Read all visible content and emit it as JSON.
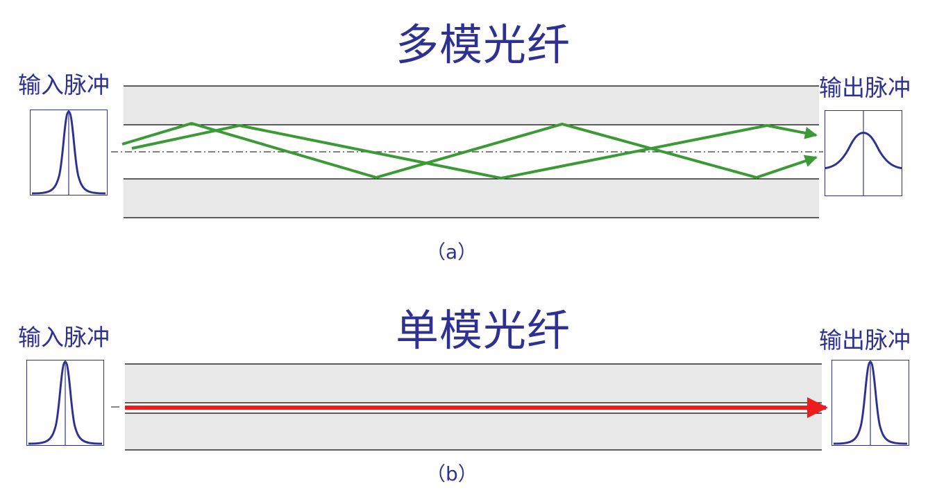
{
  "multimode": {
    "title": "多模光纤",
    "input_label": "输入脉冲",
    "output_label": "输出脉冲",
    "caption": "（a）",
    "ray_color": "#3a9a35"
  },
  "singlemode": {
    "title": "单模光纤",
    "input_label": "输入脉冲",
    "output_label": "输出脉冲",
    "caption": "（b）",
    "ray_color": "#ee1c1c"
  },
  "colors": {
    "text": "#2e3192",
    "cladding": "#e8e8e8",
    "pulse": "#2e3192"
  }
}
